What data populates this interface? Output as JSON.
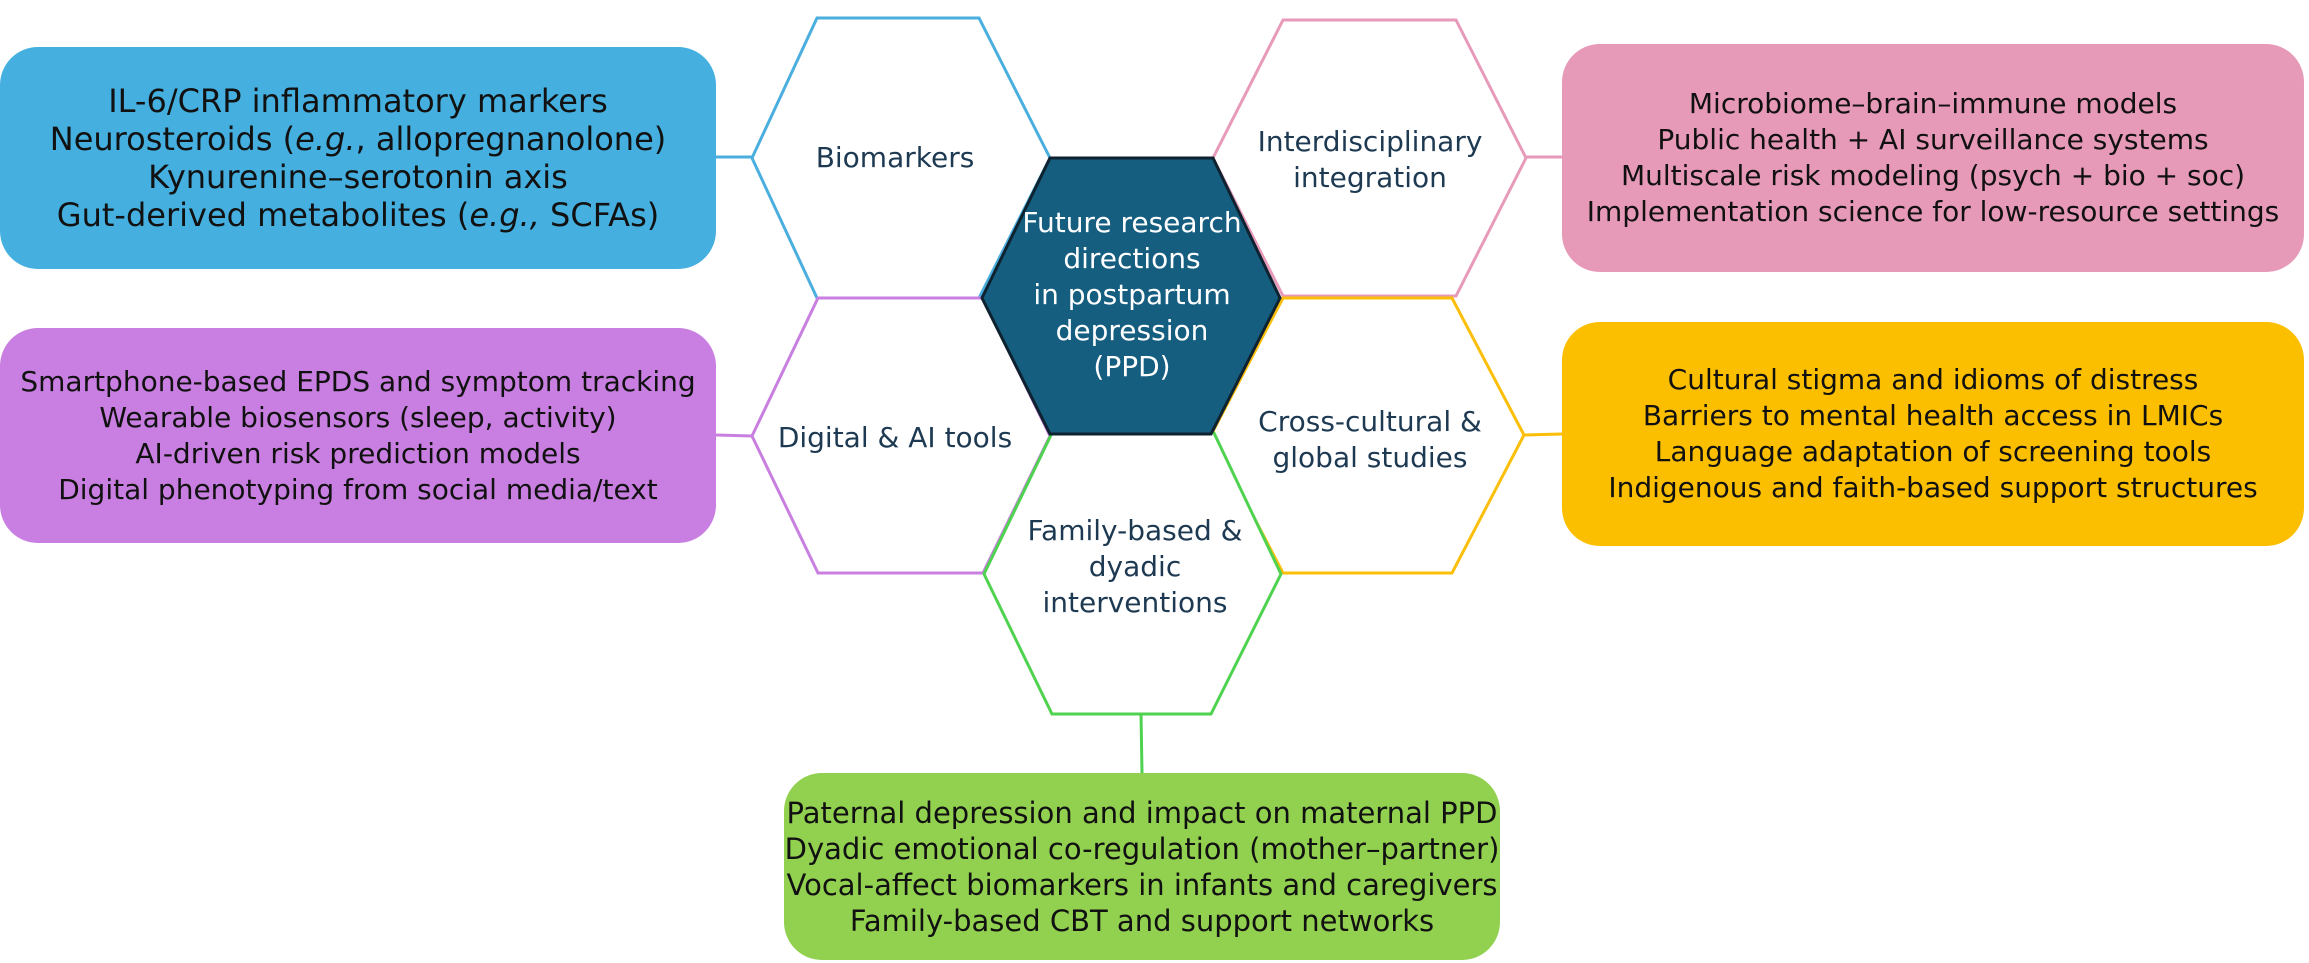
{
  "center": {
    "lines": [
      "Future research",
      "directions",
      "in postpartum",
      "depression",
      "(PPD)"
    ],
    "color": "#155e80"
  },
  "hexagons": {
    "biomarkers": {
      "lines": [
        "Biomarkers"
      ],
      "color": "#4aafde"
    },
    "interdisciplinary": {
      "lines": [
        "Interdisciplinary",
        "integration"
      ],
      "color": "#e79ab9"
    },
    "digital": {
      "lines": [
        "Digital & AI tools"
      ],
      "color": "#c87fe0"
    },
    "crosscultural": {
      "lines": [
        "Cross-cultural &",
        "global studies"
      ],
      "color": "#fbbf0a"
    },
    "family": {
      "lines": [
        "Family-based &",
        "dyadic",
        "interventions"
      ],
      "color": "#4fd24f"
    }
  },
  "boxes": {
    "biomarkers": {
      "color": "#45b0e0",
      "lines": [
        {
          "a": "IL-6/CRP inflammatory markers"
        },
        {
          "a": "Neurosteroids (",
          "i": "e.g.",
          "b": ", allopregnanolone)"
        },
        {
          "a": "Kynurenine–serotonin axis"
        },
        {
          "a": "Gut-derived metabolites (",
          "i": "e.g.,",
          "b": " SCFAs)"
        }
      ]
    },
    "interdisciplinary": {
      "color": "#e799b8",
      "lines": [
        {
          "a": "Microbiome–brain–immune models"
        },
        {
          "a": "Public health + AI surveillance systems"
        },
        {
          "a": "Multiscale risk modeling (psych + bio + soc)"
        },
        {
          "a": "Implementation science for low-resource settings"
        }
      ]
    },
    "digital": {
      "color": "#c97fe1",
      "lines": [
        {
          "a": "Smartphone-based EPDS and symptom tracking"
        },
        {
          "a": "Wearable biosensors (sleep, activity)"
        },
        {
          "a": "AI-driven risk prediction models"
        },
        {
          "a": "Digital phenotyping from social media/text"
        }
      ]
    },
    "crosscultural": {
      "color": "#fcbf00",
      "lines": [
        {
          "a": "Cultural stigma and idioms of distress"
        },
        {
          "a": "Barriers to mental health access in LMICs"
        },
        {
          "a": "Language adaptation of screening tools"
        },
        {
          "a": "Indigenous and faith-based support structures"
        }
      ]
    },
    "family": {
      "color": "#92d050",
      "lines": [
        {
          "a": "Paternal depression and impact on maternal PPD"
        },
        {
          "a": "Dyadic emotional co-regulation (mother–partner)"
        },
        {
          "a": "Vocal-affect biomarkers in infants and caregivers"
        },
        {
          "a": "Family-based CBT and support networks"
        }
      ]
    }
  }
}
